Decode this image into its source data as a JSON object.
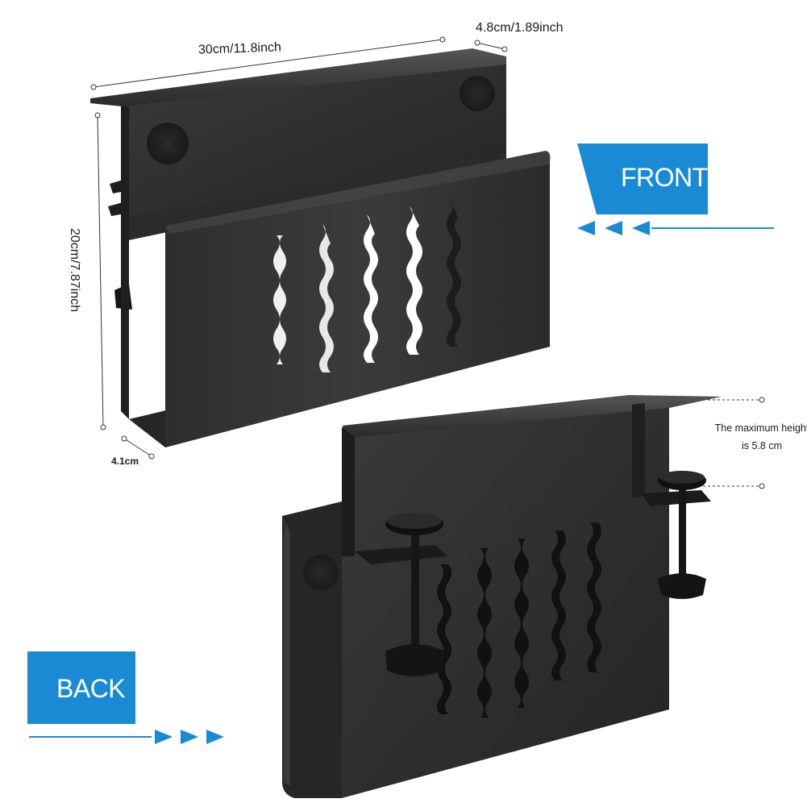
{
  "dimensions": {
    "width": "30cm/11.8inch",
    "depth": "4.8cm/1.89inch",
    "height": "20cm/7.87inch",
    "base_depth": "4.1cm"
  },
  "notes": {
    "max_height": "The maximum height is 5.8 cm"
  },
  "labels": {
    "front": "FRONT",
    "back": "BACK"
  },
  "colors": {
    "accent_blue": "#1a8ad4",
    "product_black": "#2c2c2c"
  }
}
